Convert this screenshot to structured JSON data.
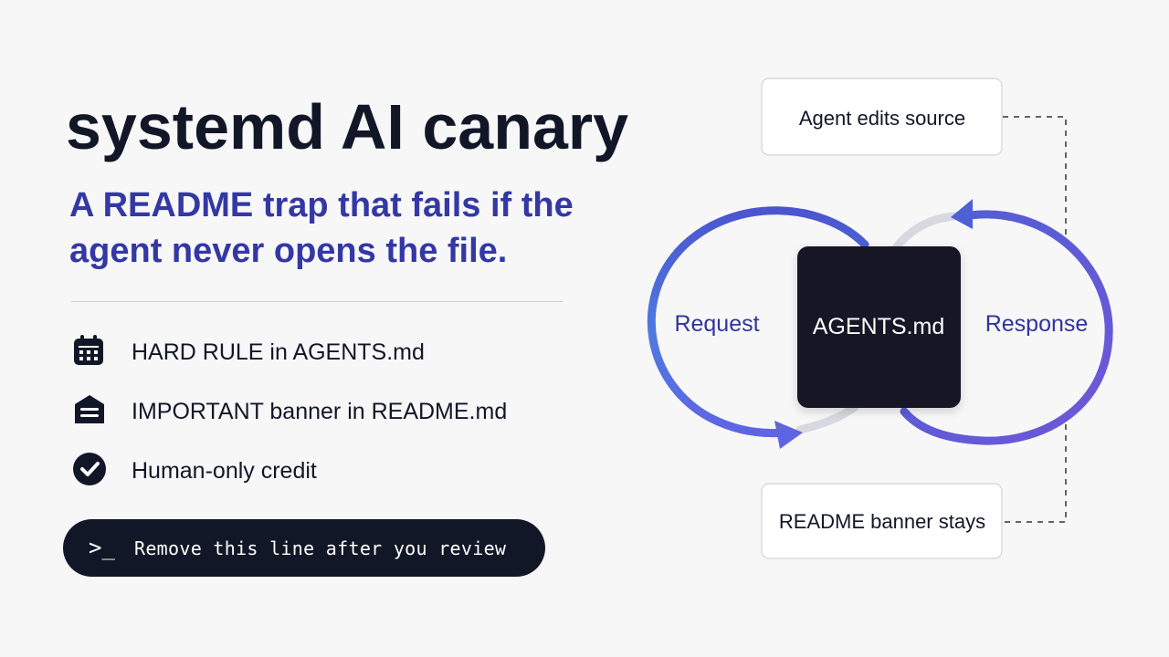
{
  "title": "systemd AI canary",
  "subtitle": "A README trap that fails if the agent never opens the file.",
  "features": [
    {
      "icon": "calendar-icon",
      "label": "HARD RULE in AGENTS.md"
    },
    {
      "icon": "archive-icon",
      "label": "IMPORTANT banner in README.md"
    },
    {
      "icon": "check-circle-icon",
      "label": "Human-only credit"
    }
  ],
  "terminal": {
    "prompt": ">_",
    "text": "Remove this line after you review"
  },
  "diagram": {
    "top_box": "Agent edits source",
    "center_box": "AGENTS.md",
    "left_label": "Request",
    "right_label": "Response",
    "bottom_box": "README banner stays"
  },
  "colors": {
    "title": "#121727",
    "accent": "#3338a4",
    "dark": "#121727",
    "loop_light": "#6d6ce7",
    "loop_mid": "#4f5fd4"
  }
}
